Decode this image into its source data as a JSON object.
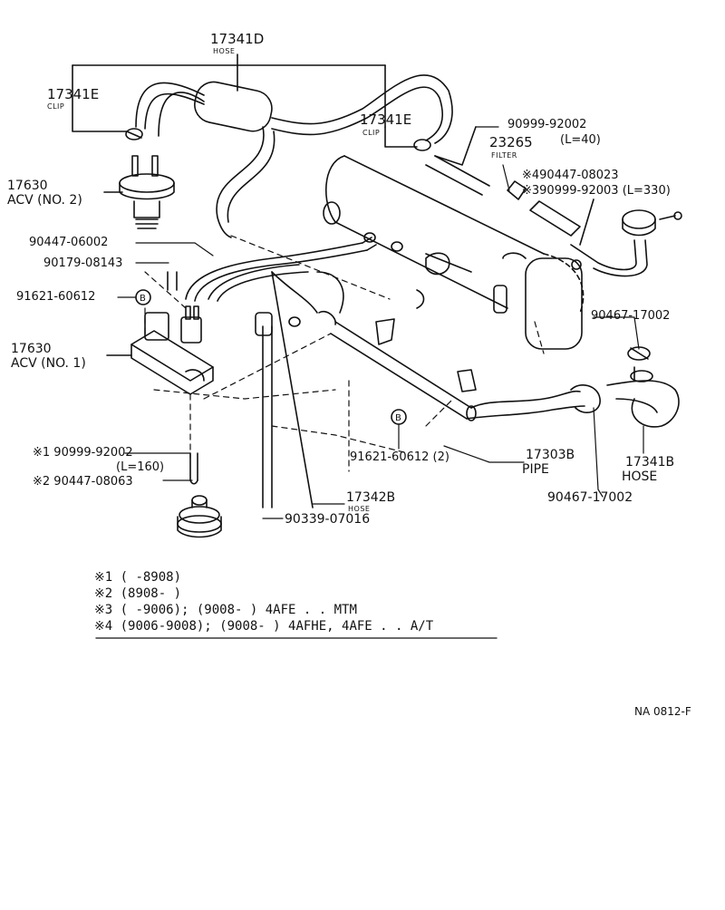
{
  "labels": {
    "p17341D": "17341D",
    "p17341D_sub": "HOSE",
    "p17341E_a": "17341E",
    "p17341E_a_sub": "CLIP",
    "p17341E_b": "17341E",
    "p17341E_b_sub": "CLIP",
    "p90999_92002_top": "90999-92002",
    "p90999_92002_top_len": "(L=40)",
    "p23265": "23265",
    "p23265_sub": "FILTER",
    "p90447_08023": "※490447-08023",
    "p90999_92003": "※390999-92003 (L=330)",
    "p17630_2": "17630",
    "p17630_2_name": "ACV (NO. 2)",
    "p90447_06002": "90447-06002",
    "p90179_08143": "90179-08143",
    "p91621_60612": "91621-60612",
    "p17630_1": "17630",
    "p17630_1_name": "ACV (NO. 1)",
    "p90467_17002_a": "90467-17002",
    "p90999_92002_b": "※1 90999-92002",
    "p90999_92002_b_len": "(L=160)",
    "p90447_08063": "※2 90447-08063",
    "p91621_60612_2": "91621-60612 (2)",
    "p17303B": "17303B",
    "p17303B_sub": "PIPE",
    "p17341B": "17341B",
    "p17341B_sub": "HOSE",
    "p17342B": "17342B",
    "p17342B_sub": "HOSE",
    "p90339_07016": "90339-07016",
    "p90467_17002_b": "90467-17002",
    "circle_b": "B"
  },
  "notes": [
    "※1 (      -8908)",
    "※2 (8908-      )",
    "※3 (      -9006); (9008-       ) 4AFE . . MTM",
    "※4 (9006-9008); (9008-       ) 4AFHE, 4AFE . . A/T"
  ],
  "reference": "NA 0812-F"
}
